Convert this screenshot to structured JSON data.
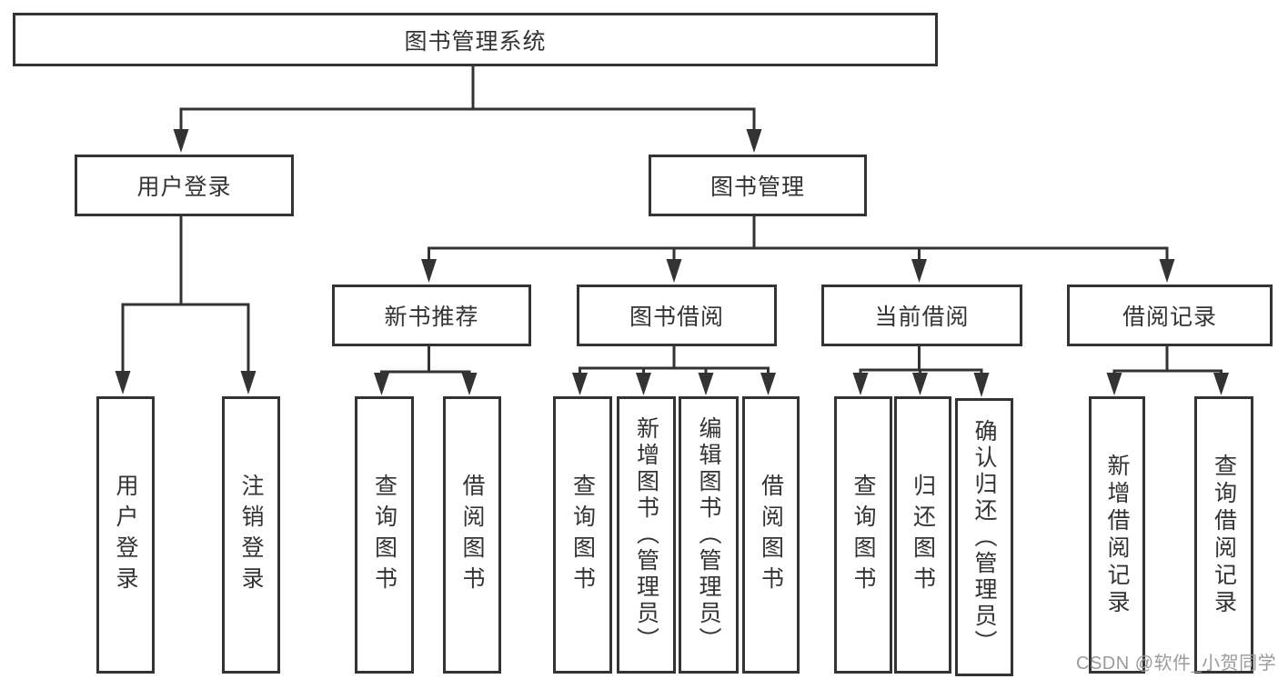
{
  "diagram": {
    "root": {
      "label": "图书管理系统"
    },
    "branches": [
      {
        "label": "用户登录",
        "children": [
          {
            "label": "用户登录"
          },
          {
            "label": "注销登录"
          }
        ]
      },
      {
        "label": "图书管理",
        "children": [
          {
            "label": "新书推荐",
            "children": [
              {
                "label": "查询图书"
              },
              {
                "label": "借阅图书"
              }
            ]
          },
          {
            "label": "图书借阅",
            "children": [
              {
                "label": "查询图书"
              },
              {
                "label": "新增图书（管理员）"
              },
              {
                "label": "编辑图书（管理员）"
              },
              {
                "label": "借阅图书"
              }
            ]
          },
          {
            "label": "当前借阅",
            "children": [
              {
                "label": "查询图书"
              },
              {
                "label": "归还图书"
              },
              {
                "label": "确认归还（管理员）"
              }
            ]
          },
          {
            "label": "借阅记录",
            "children": [
              {
                "label": "新增借阅记录"
              },
              {
                "label": "查询借阅记录"
              }
            ]
          }
        ]
      }
    ]
  },
  "watermark": {
    "text": "CSDN @软件_小贺同学",
    "color": "#9b9b9b"
  },
  "colors": {
    "background": "#ffffff",
    "line": "#333333",
    "box_border": "#333333",
    "text": "#333333"
  }
}
